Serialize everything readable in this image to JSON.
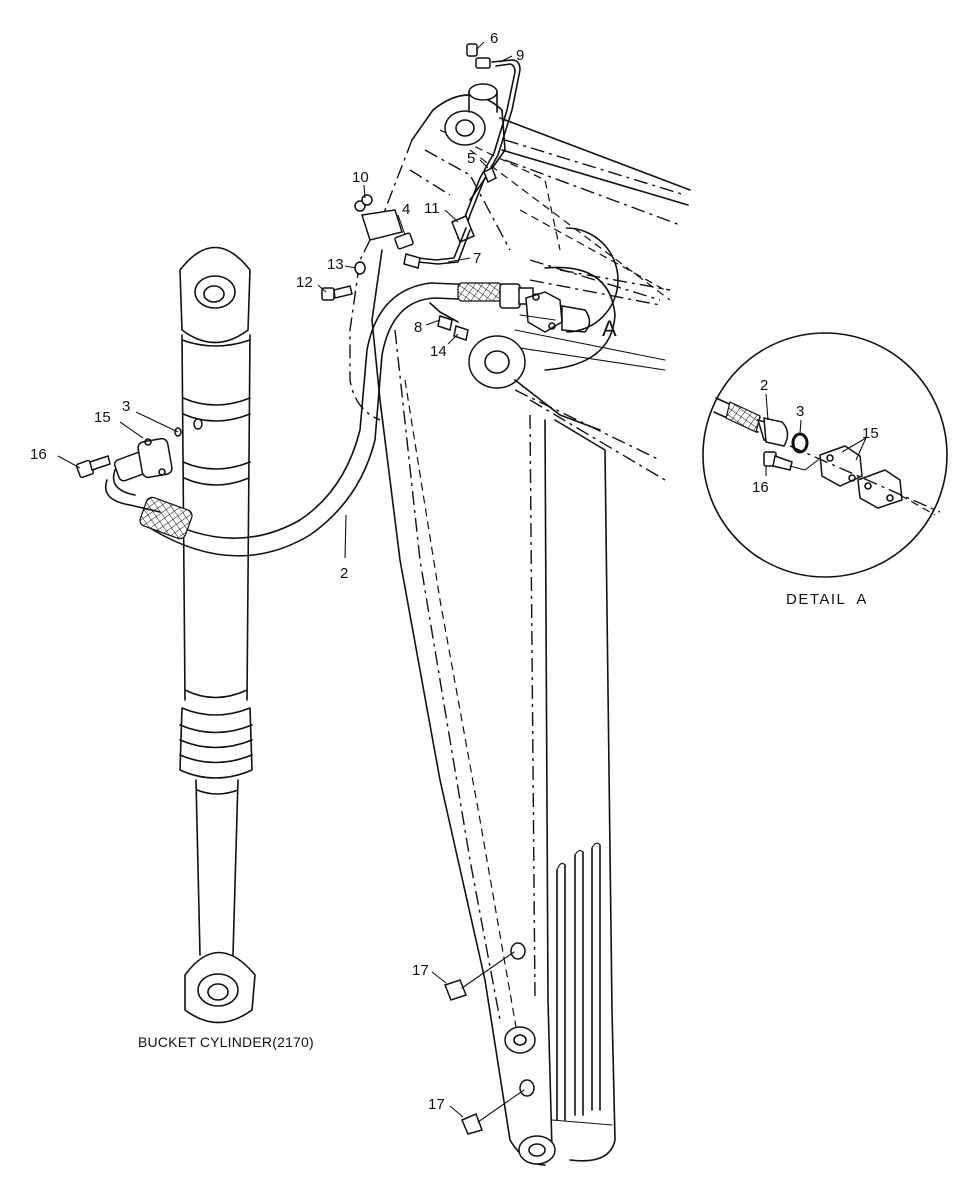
{
  "callouts": {
    "c6": "6",
    "c9": "9",
    "c5": "5",
    "c10": "10",
    "c4": "4",
    "c11": "11",
    "c7": "7",
    "c13": "13",
    "c12": "12",
    "c8": "8",
    "c14": "14",
    "cA": "A",
    "c3": "3",
    "c15": "15",
    "c16": "16",
    "c2": "2",
    "c17a": "17",
    "c17b": "17"
  },
  "detail": {
    "title": "DETAIL  A",
    "c2": "2",
    "c3": "3",
    "c15": "15",
    "c16": "16"
  },
  "captions": {
    "bucket_cylinder": "BUCKET CYLINDER(2170)"
  }
}
